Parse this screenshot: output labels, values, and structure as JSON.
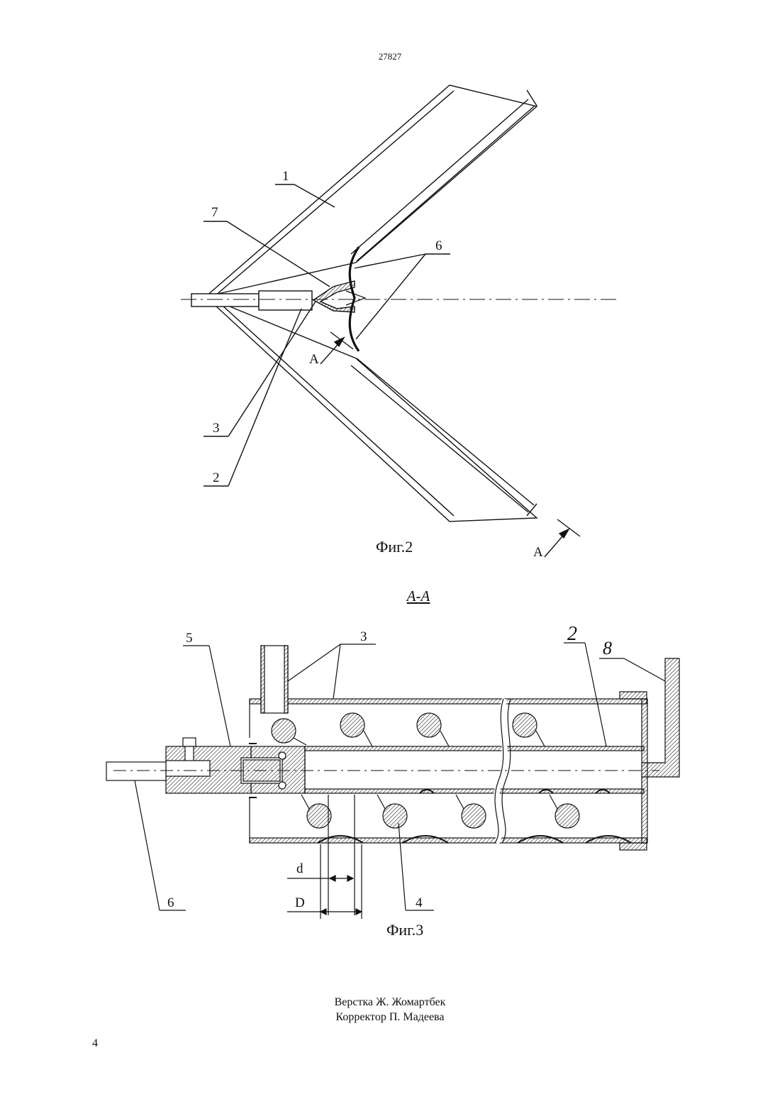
{
  "header": {
    "document_number": "27827"
  },
  "figure2": {
    "caption": "Фиг.2",
    "labels": [
      "1",
      "7",
      "6",
      "3",
      "2"
    ],
    "section_mark": "A"
  },
  "section": {
    "title": "A-A"
  },
  "figure3": {
    "caption": "Фиг.3",
    "labels": [
      "5",
      "3",
      "2",
      "8",
      "6",
      "4"
    ],
    "dimensions": {
      "small": "d",
      "large": "D"
    }
  },
  "footer": {
    "layout_credit": "Верстка Ж. Жомартбек",
    "proof_credit": "Корректор П. Мадеева",
    "page_number": "4"
  }
}
